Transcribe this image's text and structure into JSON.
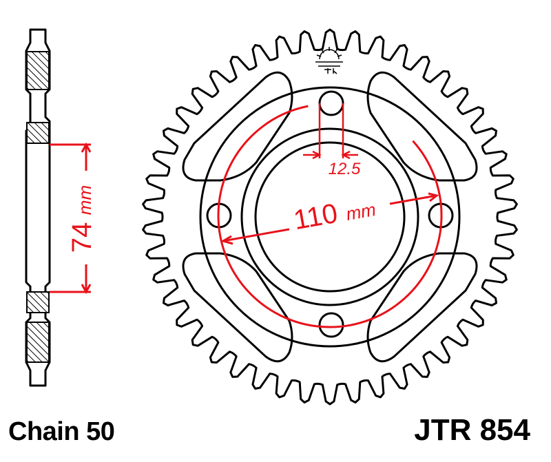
{
  "chain_label": "Chain 50",
  "part_number": "JTR 854",
  "dimensions": {
    "bolt_circle": {
      "value": "110",
      "unit": "mm"
    },
    "bolt_hole": {
      "value": "12.5"
    },
    "center_bore": {
      "value": "74",
      "unit": "mm"
    }
  },
  "sprocket": {
    "teeth": 46
  },
  "colors": {
    "outline": "#000000",
    "dimension": "#e8121a",
    "hatch": "#000000"
  }
}
